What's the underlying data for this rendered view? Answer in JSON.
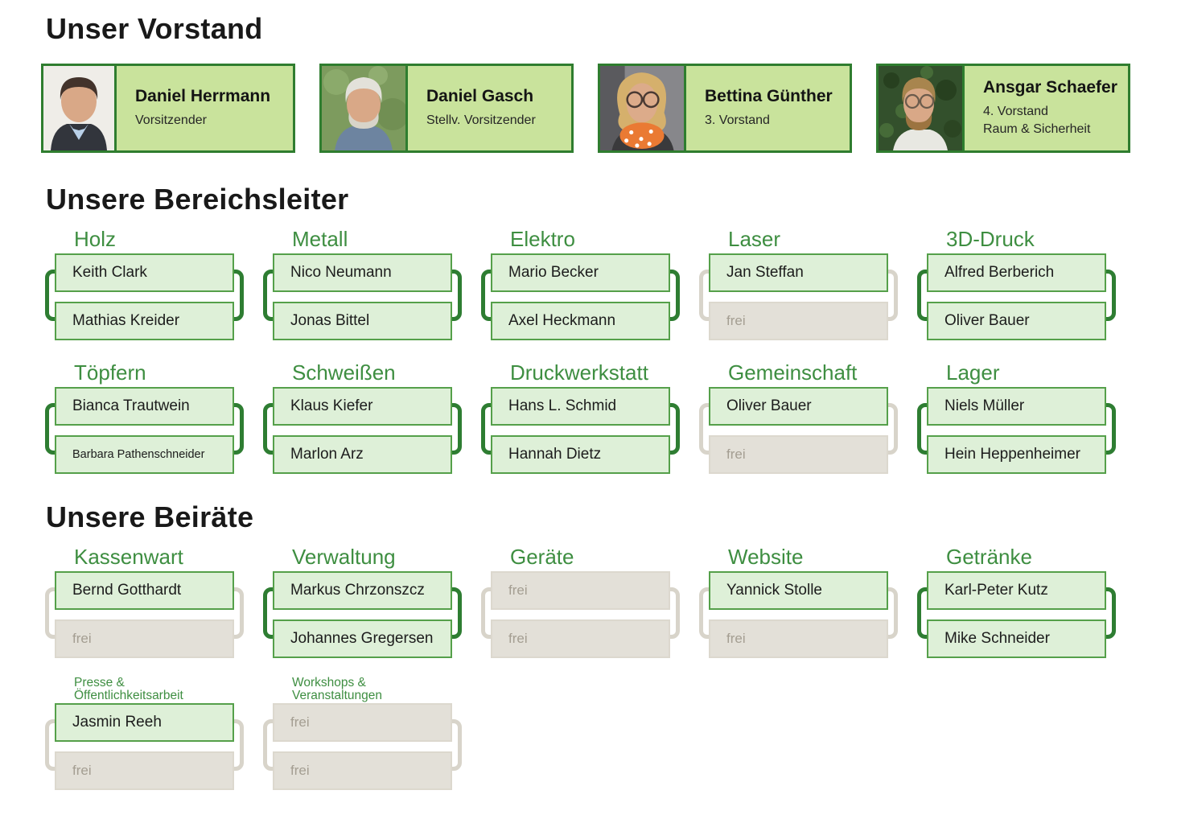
{
  "colors": {
    "bracket_green": "#2e7d32",
    "bracket_vacant": "#d8d4ca",
    "box_fill": "#def0d8",
    "box_border": "#55a04a",
    "vacant_fill": "#e3e0d8",
    "vacant_text": "#a49e92",
    "card_fill": "#c9e39c",
    "card_border": "#2f7d2f",
    "category_green": "#3e8e41",
    "heading_black": "#191919"
  },
  "vorstand": {
    "title": "Unser Vorstand",
    "cards": [
      {
        "name": "Daniel Herrmann",
        "role": "Vorsitzender",
        "role2": "",
        "photo": "portrait-daniel-herrmann"
      },
      {
        "name": "Daniel Gasch",
        "role": "Stellv. Vorsitzender",
        "role2": "",
        "photo": "portrait-daniel-gasch"
      },
      {
        "name": "Bettina Günther",
        "role": "3. Vorstand",
        "role2": "",
        "photo": "portrait-bettina-guenther"
      },
      {
        "name": "Ansgar Schaefer",
        "role": "4. Vorstand",
        "role2": "Raum & Sicherheit",
        "photo": "portrait-ansgar-schaefer"
      }
    ]
  },
  "bereichsleiter": {
    "title": "Unsere Bereichsleiter",
    "groups": [
      {
        "title": "Holz",
        "slots": [
          {
            "label": "Keith Clark"
          },
          {
            "label": "Mathias Kreider"
          }
        ]
      },
      {
        "title": "Metall",
        "slots": [
          {
            "label": "Nico Neumann"
          },
          {
            "label": "Jonas Bittel"
          }
        ]
      },
      {
        "title": "Elektro",
        "slots": [
          {
            "label": "Mario Becker"
          },
          {
            "label": "Axel Heckmann"
          }
        ]
      },
      {
        "title": "Laser",
        "slots": [
          {
            "label": "Jan Steffan"
          },
          {
            "label": "frei",
            "vacant": true
          }
        ]
      },
      {
        "title": "3D-Druck",
        "slots": [
          {
            "label": "Alfred Berberich"
          },
          {
            "label": "Oliver Bauer"
          }
        ]
      },
      {
        "title": "Töpfern",
        "slots": [
          {
            "label": "Bianca Trautwein"
          },
          {
            "label": "Barbara Pathenschneider",
            "small": true
          }
        ]
      },
      {
        "title": "Schweißen",
        "slots": [
          {
            "label": "Klaus Kiefer"
          },
          {
            "label": "Marlon Arz"
          }
        ]
      },
      {
        "title": "Druckwerkstatt",
        "slots": [
          {
            "label": "Hans L. Schmid"
          },
          {
            "label": "Hannah Dietz"
          }
        ]
      },
      {
        "title": "Gemeinschaft",
        "slots": [
          {
            "label": "Oliver Bauer"
          },
          {
            "label": "frei",
            "vacant": true
          }
        ]
      },
      {
        "title": "Lager",
        "slots": [
          {
            "label": "Niels Müller"
          },
          {
            "label": "Hein Heppenheimer"
          }
        ]
      }
    ]
  },
  "beiraete": {
    "title": "Unsere Beiräte",
    "groups": [
      {
        "title": "Kassenwart",
        "slots": [
          {
            "label": "Bernd Gotthardt"
          },
          {
            "label": "frei",
            "vacant": true
          }
        ]
      },
      {
        "title": "Verwaltung",
        "slots": [
          {
            "label": "Markus Chrzonszcz"
          },
          {
            "label": "Johannes Gregersen"
          }
        ]
      },
      {
        "title": "Geräte",
        "slots": [
          {
            "label": "frei",
            "vacant": true
          },
          {
            "label": "frei",
            "vacant": true
          }
        ]
      },
      {
        "title": "Website",
        "slots": [
          {
            "label": "Yannick Stolle"
          },
          {
            "label": "frei",
            "vacant": true
          }
        ]
      },
      {
        "title": "Getränke",
        "slots": [
          {
            "label": "Karl-Peter Kutz"
          },
          {
            "label": "Mike Schneider"
          }
        ]
      },
      {
        "title_line1": "Presse &",
        "title_line2": "Öffentlichkeitsarbeit",
        "slots": [
          {
            "label": "Jasmin Reeh"
          },
          {
            "label": "frei",
            "vacant": true
          }
        ]
      },
      {
        "title_line1": "Workshops &",
        "title_line2": "Veranstaltungen",
        "slots": [
          {
            "label": "frei",
            "vacant": true
          },
          {
            "label": "frei",
            "vacant": true
          }
        ]
      }
    ]
  }
}
